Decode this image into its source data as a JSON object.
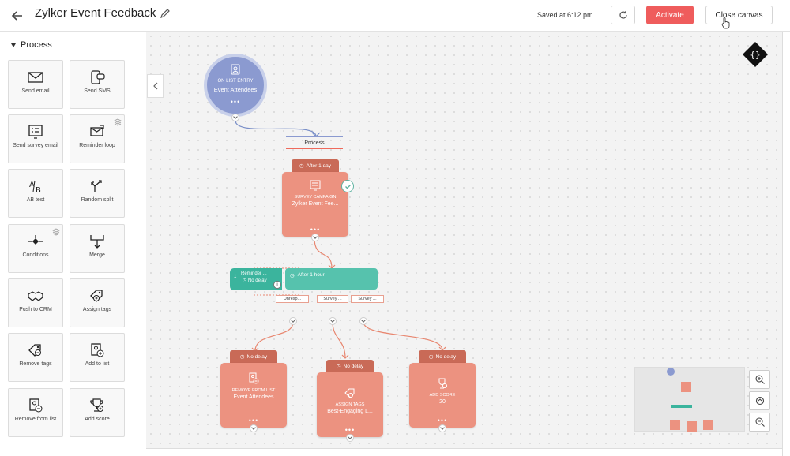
{
  "header": {
    "title": "Zylker Event Feedback",
    "saved_text": "Saved at 6:12 pm",
    "activate_label": "Activate",
    "close_label": "Close canvas"
  },
  "sidebar": {
    "section": "Process",
    "tiles": [
      {
        "label": "Send email",
        "icon": "envelope-icon"
      },
      {
        "label": "Send SMS",
        "icon": "sms-icon"
      },
      {
        "label": "Send survey email",
        "icon": "survey-icon"
      },
      {
        "label": "Reminder loop",
        "icon": "reminder-loop-icon"
      },
      {
        "label": "AB test",
        "icon": "ab-test-icon"
      },
      {
        "label": "Random split",
        "icon": "random-split-icon"
      },
      {
        "label": "Conditions",
        "icon": "conditions-icon"
      },
      {
        "label": "Merge",
        "icon": "merge-icon"
      },
      {
        "label": "Push to CRM",
        "icon": "handshake-icon"
      },
      {
        "label": "Assign tags",
        "icon": "tag-add-icon"
      },
      {
        "label": "Remove tags",
        "icon": "tag-remove-icon"
      },
      {
        "label": "Add to list",
        "icon": "list-add-icon"
      },
      {
        "label": "Remove from list",
        "icon": "list-remove-icon"
      },
      {
        "label": "Add score",
        "icon": "trophy-icon"
      }
    ]
  },
  "canvas": {
    "entry": {
      "small": "ON LIST ENTRY",
      "big": "Event Attendees"
    },
    "process_label": "Process",
    "survey": {
      "tab": "After 1 day",
      "small": "SURVEY CAMPAIGN",
      "big": "Zylker Event Fee..."
    },
    "reminder": {
      "num": "1",
      "title": "Reminder ...",
      "delay": "No delay"
    },
    "wait": {
      "label": "After 1 hour"
    },
    "branches": [
      "Unresp...",
      "Survey ...",
      "Survey ..."
    ],
    "remove_list": {
      "tab": "No delay",
      "small": "REMOVE FROM LIST",
      "big": "Event Attendees"
    },
    "assign_tags": {
      "tab": "No delay",
      "small": "ASSIGN TAGS",
      "big": "Best-Engaging L..."
    },
    "add_score": {
      "tab": "No delay",
      "small": "ADD SCORE",
      "big": "20"
    },
    "dots": "•••"
  },
  "colors": {
    "accent": "#ef5c5c",
    "card": "#ec9280",
    "card_tab": "#c96a57",
    "teal": "#3bb49d",
    "entry": "#8b9ad0"
  }
}
